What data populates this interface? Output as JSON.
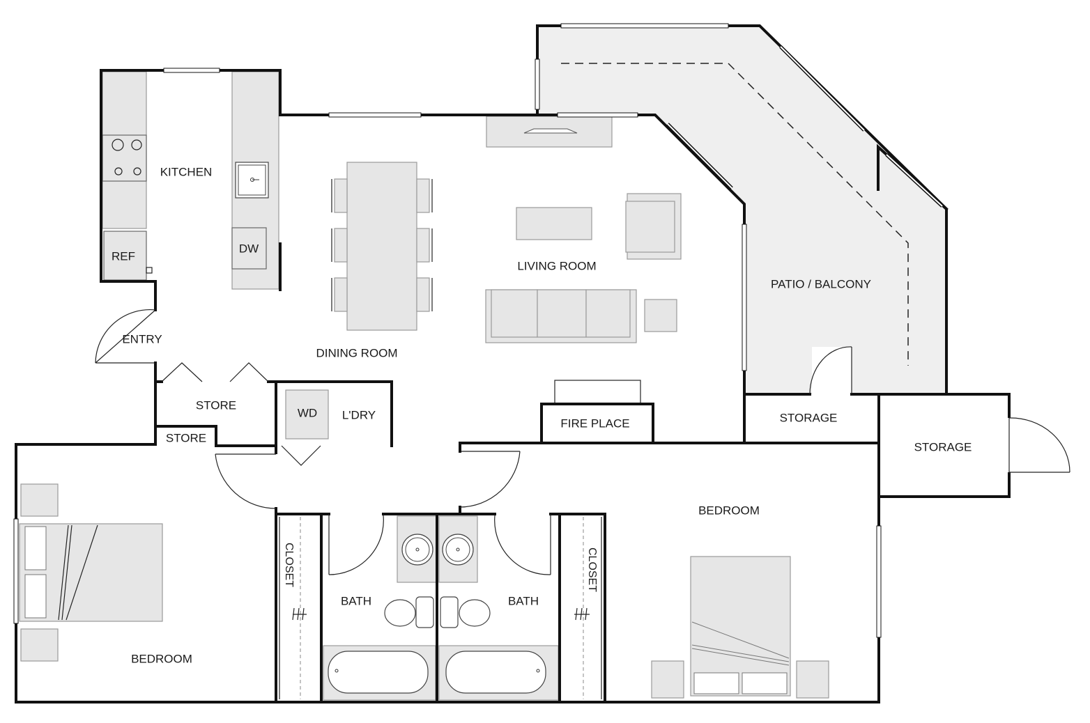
{
  "labels": {
    "kitchen": "KITCHEN",
    "ref": "REF",
    "dw": "DW",
    "entry": "ENTRY",
    "dining_room": "DINING ROOM",
    "living_room": "LIVING ROOM",
    "patio_balcony": "PATIO / BALCONY",
    "store_1": "STORE",
    "store_2": "STORE",
    "wd": "WD",
    "laundry": "L'DRY",
    "fire_place": "FIRE PLACE",
    "storage_1": "STORAGE",
    "storage_2": "STORAGE",
    "bedroom_1": "BEDROOM",
    "bedroom_2": "BEDROOM",
    "closet_1": "CLOSET",
    "closet_2": "CLOSET",
    "bath_1": "BATH",
    "bath_2": "BATH"
  },
  "colors": {
    "wall": "#111111",
    "fixture_fill": "#e6e6e6",
    "patio_fill": "#efefef"
  }
}
